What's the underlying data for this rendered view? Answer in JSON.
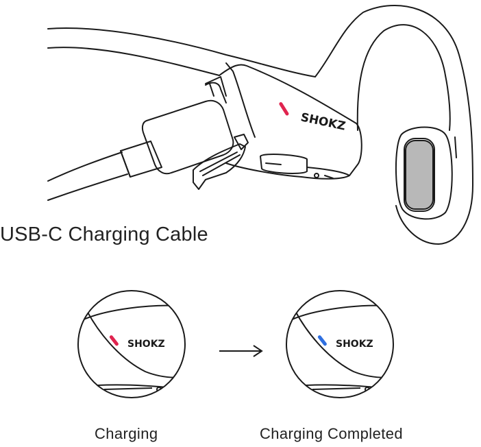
{
  "diagram": {
    "cable_label": "USB-C Charging Cable",
    "brand_logo": "SHOKZ",
    "states": [
      {
        "label": "Charging",
        "indicator_color": "#e0244f"
      },
      {
        "label": "Charging Completed",
        "indicator_color": "#2f6fe0"
      }
    ],
    "arrow_icon": "right-arrow-icon",
    "line_color": "#1a1a1a"
  }
}
